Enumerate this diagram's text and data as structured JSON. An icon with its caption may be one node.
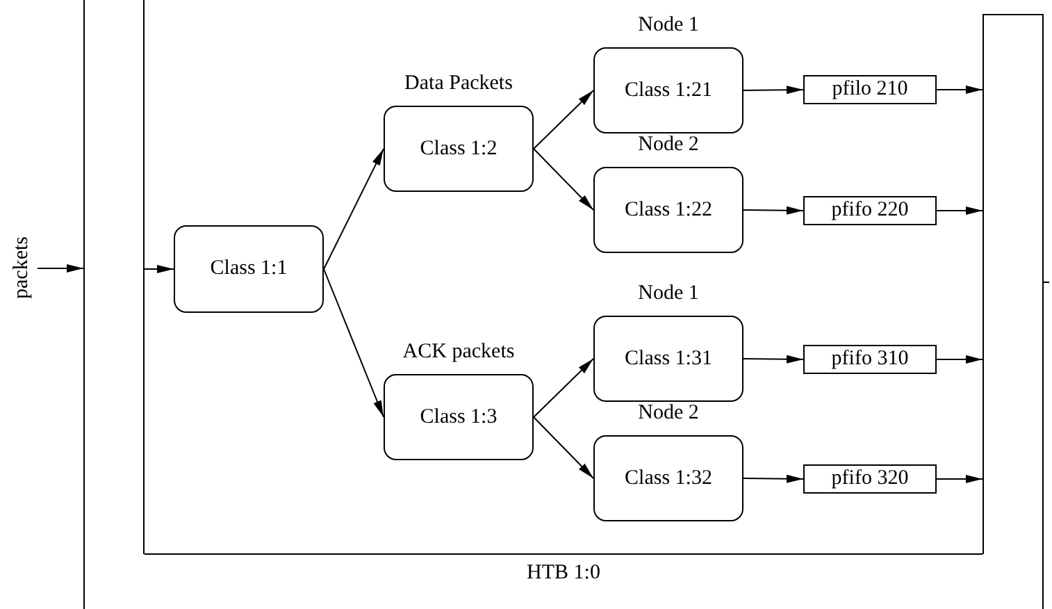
{
  "diagram": {
    "nodes": [
      {
        "text": [
          "packets"
        ]
      },
      {
        "text": [
          "HTB 1:0"
        ]
      },
      {
        "text": [],
        "shape": "bar",
        "in": 1
      },
      {
        "text": [
          "Class 1:1"
        ],
        "in": 1
      },
      {
        "text": [
          "Data Packets",
          "Class 1:2"
        ],
        "in": 1
      },
      {
        "text": [
          "ACK packets",
          "Class 1:3"
        ],
        "in": 1
      },
      {
        "text": [
          "Node 1",
          "Class 1:21"
        ],
        "in": 1
      },
      {
        "text": [
          "Node 2",
          "Class 1:22"
        ],
        "in": 1
      },
      {
        "text": [
          "Node 1",
          "Class 1:31"
        ],
        "in": 1
      },
      {
        "text": [
          "Node 2",
          "Class 1:32"
        ],
        "in": 1
      },
      {
        "text": [
          "pfilo 210"
        ],
        "in": 1
      },
      {
        "text": [
          "pfifo 220"
        ],
        "in": 1
      },
      {
        "text": [
          "pfifo 310"
        ],
        "in": 1
      },
      {
        "text": [
          "pfifo 320"
        ],
        "in": 1
      },
      {
        "text": [],
        "shape": "bar",
        "in": 1
      }
    ],
    "edges": [
      {
        "from": 0,
        "to": 2,
        "arrow": "to"
      },
      {
        "from": 2,
        "to": 3,
        "arrow": "to"
      },
      {
        "from": 3,
        "to": 4,
        "arrow": "to"
      },
      {
        "from": 3,
        "to": 5,
        "arrow": "to"
      },
      {
        "from": 4,
        "to": 6,
        "arrow": "to"
      },
      {
        "from": 4,
        "to": 7,
        "arrow": "to"
      },
      {
        "from": 5,
        "to": 8,
        "arrow": "to"
      },
      {
        "from": 5,
        "to": 9,
        "arrow": "to"
      },
      {
        "from": 6,
        "to": 10,
        "arrow": "to"
      },
      {
        "from": 7,
        "to": 11,
        "arrow": "to"
      },
      {
        "from": 8,
        "to": 12,
        "arrow": "to"
      },
      {
        "from": 9,
        "to": 13,
        "arrow": "to"
      },
      {
        "from": 10,
        "to": 14,
        "arrow": "to"
      },
      {
        "from": 11,
        "to": 14,
        "arrow": "to"
      },
      {
        "from": 12,
        "to": 14,
        "arrow": "to"
      },
      {
        "from": 13,
        "to": 14,
        "arrow": "to"
      },
      {
        "from": 14,
        "to": null,
        "arrow": "none"
      }
    ]
  }
}
